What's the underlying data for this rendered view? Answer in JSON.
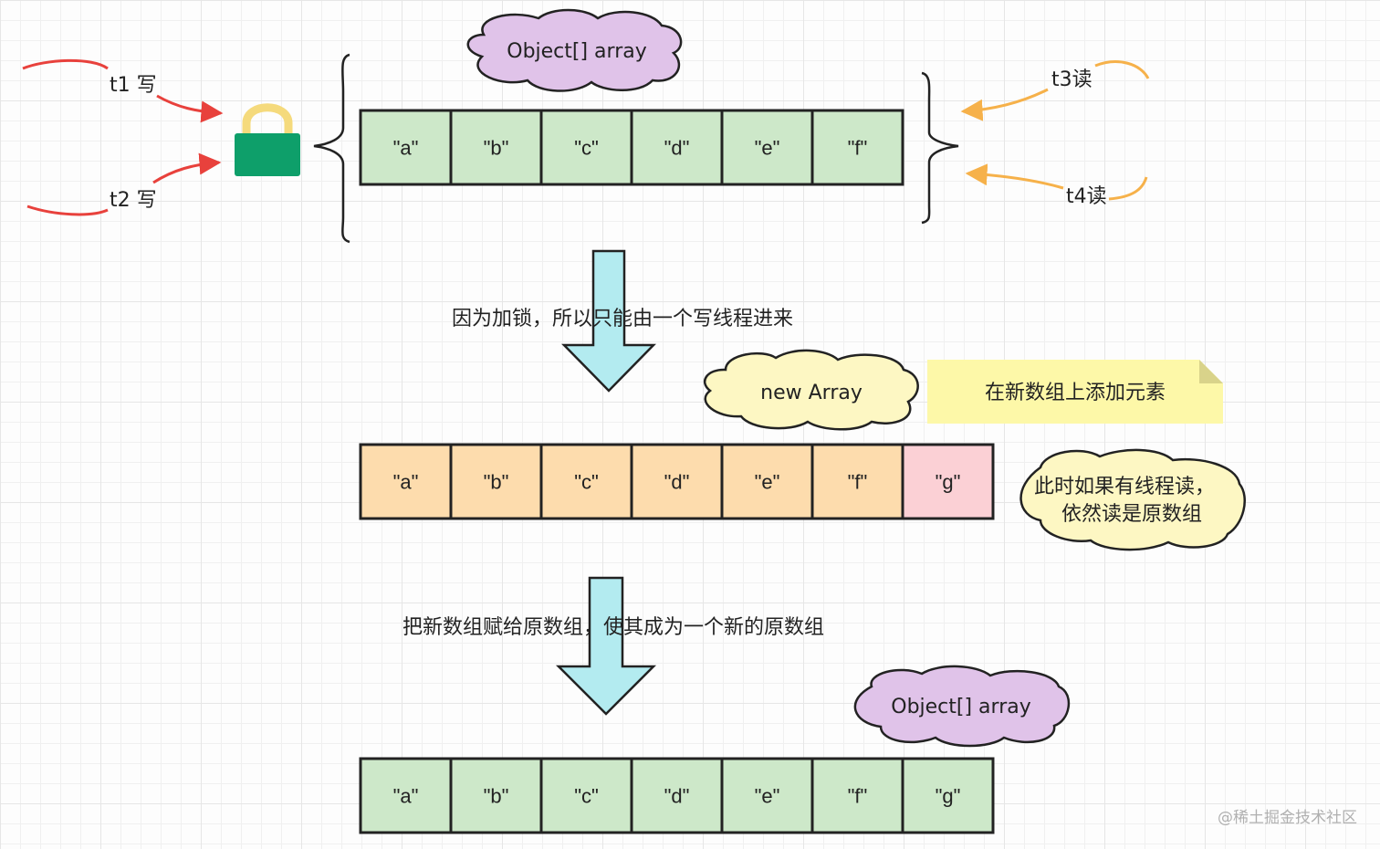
{
  "colors": {
    "cell_green": "#cde8c9",
    "cell_orange": "#fddcad",
    "cell_pink": "#fbd0d5",
    "cloud_purple": "#e0c3e9",
    "cloud_yellow": "#fdf7c3",
    "note_yellow": "#fdf8a8",
    "lock_green": "#0e9f6a",
    "lock_shackle": "#f5da7c",
    "arrow_red": "#e8413c",
    "arrow_orange": "#f6b14a",
    "down_arrow": "#b3ebf0"
  },
  "top": {
    "cloud_label": "Object[] array",
    "cells": [
      "\"a\"",
      "\"b\"",
      "\"c\"",
      "\"d\"",
      "\"e\"",
      "\"f\""
    ],
    "writer1": "t1 写",
    "writer2": "t2 写",
    "reader1": "t3读",
    "reader2": "t4读",
    "lock_icon": "lock-icon"
  },
  "step1": {
    "caption": "因为加锁，所以只能由一个写线程进来"
  },
  "middle": {
    "cloud_label": "new Array",
    "note": "在新数组上添加元素",
    "cells": [
      "\"a\"",
      "\"b\"",
      "\"c\"",
      "\"d\"",
      "\"e\"",
      "\"f\"",
      "\"g\""
    ],
    "side_note_line1": "此时如果有线程读，",
    "side_note_line2": "依然读是原数组"
  },
  "step2": {
    "caption": "把新数组赋给原数组，使其成为一个新的原数组"
  },
  "bottom": {
    "cloud_label": "Object[] array",
    "cells": [
      "\"a\"",
      "\"b\"",
      "\"c\"",
      "\"d\"",
      "\"e\"",
      "\"f\"",
      "\"g\""
    ]
  },
  "watermark": "@稀土掘金技术社区"
}
